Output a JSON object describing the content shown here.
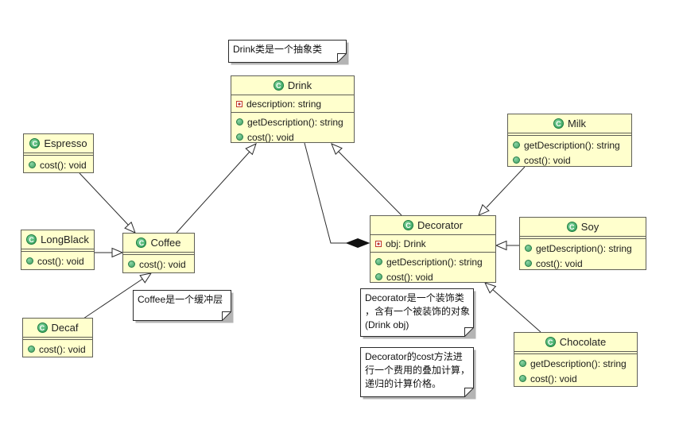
{
  "diagram": {
    "type": "uml-class-diagram",
    "pattern": "Decorator",
    "colors": {
      "class_fill": "#ffffcd",
      "class_border": "#5f5f57",
      "note_fill": "#ffffff",
      "note_shadow": "#b4b4b4",
      "line": "#2b2b2b",
      "class_icon_green": "#2f9e57",
      "method_icon_green": "#3f9f63",
      "field_icon_red": "#c0392b"
    }
  },
  "icons": {
    "class_letter": "C"
  },
  "classes": {
    "drink": {
      "name": "Drink",
      "fields": [
        "description: string"
      ],
      "methods": [
        "getDescription(): string",
        "cost(): void"
      ]
    },
    "coffee": {
      "name": "Coffee",
      "fields": [],
      "methods": [
        "cost(): void"
      ]
    },
    "espresso": {
      "name": "Espresso",
      "fields": [],
      "methods": [
        "cost(): void"
      ]
    },
    "longblack": {
      "name": "LongBlack",
      "fields": [],
      "methods": [
        "cost(): void"
      ]
    },
    "decaf": {
      "name": "Decaf",
      "fields": [],
      "methods": [
        "cost(): void"
      ]
    },
    "decorator": {
      "name": "Decorator",
      "fields": [
        "obj: Drink"
      ],
      "methods": [
        "getDescription(): string",
        "cost(): void"
      ]
    },
    "milk": {
      "name": "Milk",
      "fields": [],
      "methods": [
        "getDescription(): string",
        "cost(): void"
      ]
    },
    "soy": {
      "name": "Soy",
      "fields": [],
      "methods": [
        "getDescription(): string",
        "cost(): void"
      ]
    },
    "chocolate": {
      "name": "Chocolate",
      "fields": [],
      "methods": [
        "getDescription(): string",
        "cost(): void"
      ]
    }
  },
  "notes": {
    "note_drink": {
      "lines": [
        "Drink类是一个抽象类"
      ]
    },
    "note_coffee": {
      "lines": [
        "Coffee是一个缓冲层"
      ]
    },
    "note_decorator_role": {
      "lines": [
        "Decorator是一个装饰类",
        "，含有一个被装饰的对象",
        "(Drink obj)"
      ]
    },
    "note_decorator_cost": {
      "lines": [
        "Decorator的cost方法进",
        "行一个费用的叠加计算，",
        "递归的计算价格。"
      ]
    }
  },
  "relationships": [
    {
      "from": "Espresso",
      "to": "Coffee",
      "type": "generalization"
    },
    {
      "from": "LongBlack",
      "to": "Coffee",
      "type": "generalization"
    },
    {
      "from": "Decaf",
      "to": "Coffee",
      "type": "generalization"
    },
    {
      "from": "Coffee",
      "to": "Drink",
      "type": "generalization"
    },
    {
      "from": "Decorator",
      "to": "Drink",
      "type": "generalization"
    },
    {
      "from": "Milk",
      "to": "Decorator",
      "type": "generalization"
    },
    {
      "from": "Soy",
      "to": "Decorator",
      "type": "generalization"
    },
    {
      "from": "Chocolate",
      "to": "Decorator",
      "type": "generalization"
    },
    {
      "from": "Decorator",
      "to": "Drink",
      "type": "composition",
      "field": "obj"
    }
  ]
}
